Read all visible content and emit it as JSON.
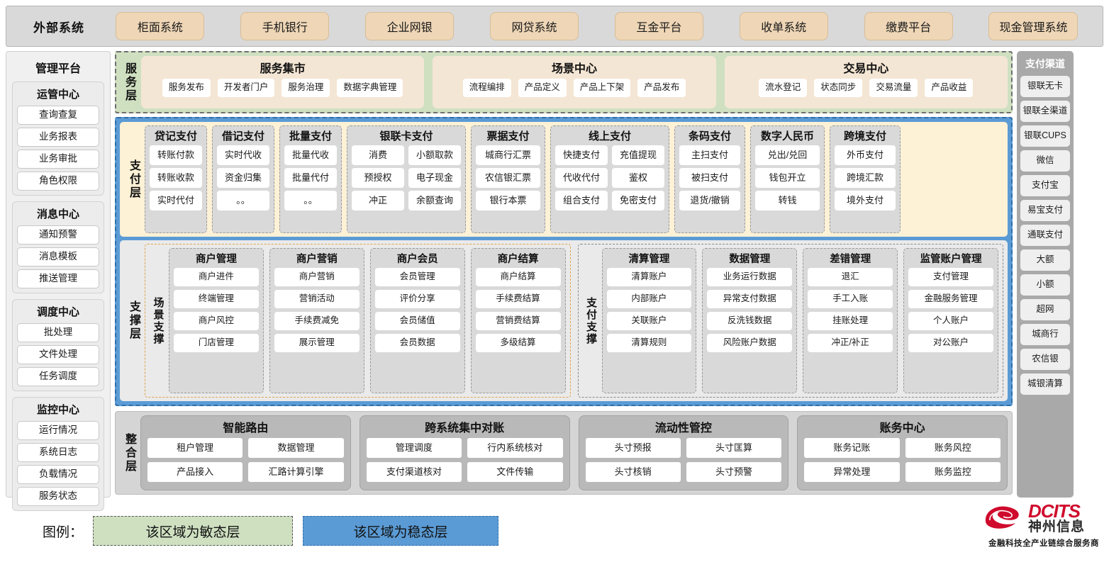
{
  "external": {
    "title": "外部系统",
    "items": [
      "柜面系统",
      "手机银行",
      "企业网银",
      "网贷系统",
      "互金平台",
      "收单系统",
      "缴费平台",
      "现金管理系统"
    ]
  },
  "management": {
    "title": "管理平台",
    "groups": [
      {
        "title": "运管中心",
        "items": [
          "查询查复",
          "业务报表",
          "业务审批",
          "角色权限"
        ]
      },
      {
        "title": "消息中心",
        "items": [
          "通知预警",
          "消息模板",
          "推送管理"
        ]
      },
      {
        "title": "调度中心",
        "items": [
          "批处理",
          "文件处理",
          "任务调度"
        ]
      },
      {
        "title": "监控中心",
        "items": [
          "运行情况",
          "系统日志",
          "负载情况",
          "服务状态"
        ]
      }
    ]
  },
  "channels": {
    "title": "支付渠道",
    "items": [
      "银联无卡",
      "银联全渠道",
      "银联CUPS",
      "微信",
      "支付宝",
      "易宝支付",
      "通联支付",
      "大额",
      "小额",
      "超网",
      "城商行",
      "农信银",
      "城银清算"
    ]
  },
  "service_layer": {
    "label": "服务层",
    "groups": [
      {
        "title": "服务集市",
        "items": [
          "服务发布",
          "开发者门户",
          "服务治理",
          "数据字典管理"
        ]
      },
      {
        "title": "场景中心",
        "items": [
          "流程编排",
          "产品定义",
          "产品上下架",
          "产品发布"
        ]
      },
      {
        "title": "交易中心",
        "items": [
          "流水登记",
          "状态同步",
          "交易流量",
          "产品收益"
        ]
      }
    ]
  },
  "payment_layer": {
    "label": "支付层",
    "columns": [
      {
        "title": "贷记支付",
        "cols": 1,
        "items": [
          "转账付款",
          "转账收款",
          "实时代付"
        ]
      },
      {
        "title": "借记支付",
        "cols": 1,
        "items": [
          "实时代收",
          "资金归集",
          "。。"
        ]
      },
      {
        "title": "批量支付",
        "cols": 1,
        "items": [
          "批量代收",
          "批量代付",
          "。。"
        ]
      },
      {
        "title": "银联卡支付",
        "cols": 2,
        "items": [
          "消费",
          "小额取款",
          "预授权",
          "电子现金",
          "冲正",
          "余额查询"
        ]
      },
      {
        "title": "票据支付",
        "cols": 1,
        "items": [
          "城商行汇票",
          "农信银汇票",
          "银行本票"
        ]
      },
      {
        "title": "线上支付",
        "cols": 2,
        "items": [
          "快捷支付",
          "充值提现",
          "代收代付",
          "鉴权",
          "组合支付",
          "免密支付"
        ]
      },
      {
        "title": "条码支付",
        "cols": 1,
        "items": [
          "主扫支付",
          "被扫支付",
          "退货/撤销"
        ]
      },
      {
        "title": "数字人民币",
        "cols": 1,
        "items": [
          "兑出/兑回",
          "钱包开立",
          "转钱"
        ]
      },
      {
        "title": "跨境支付",
        "cols": 1,
        "items": [
          "外币支付",
          "跨境汇款",
          "境外支付"
        ]
      }
    ]
  },
  "support_layer": {
    "label": "支撑层",
    "scene": {
      "label": "场景支撑",
      "columns": [
        {
          "title": "商户管理",
          "items": [
            "商户进件",
            "终端管理",
            "商户风控",
            "门店管理"
          ]
        },
        {
          "title": "商户营销",
          "items": [
            "商户营销",
            "营销活动",
            "手续费减免",
            "展示管理"
          ]
        },
        {
          "title": "商户会员",
          "items": [
            "会员管理",
            "评价分享",
            "会员储值",
            "会员数据"
          ]
        },
        {
          "title": "商户结算",
          "items": [
            "商户结算",
            "手续费结算",
            "营销费结算",
            "多级结算"
          ]
        }
      ]
    },
    "paysupport": {
      "label": "支付支撑",
      "columns": [
        {
          "title": "清算管理",
          "items": [
            "清算账户",
            "内部账户",
            "关联账户",
            "清算规则"
          ]
        },
        {
          "title": "数据管理",
          "items": [
            "业务运行数据",
            "异常支付数据",
            "反洗钱数据",
            "风险账户数据"
          ]
        },
        {
          "title": "差错管理",
          "items": [
            "退汇",
            "手工入账",
            "挂账处理",
            "冲正/补正"
          ]
        },
        {
          "title": "监管账户管理",
          "items": [
            "支付管理",
            "金融服务管理",
            "个人账户",
            "对公账户"
          ]
        }
      ]
    }
  },
  "integration_layer": {
    "label": "整合层",
    "groups": [
      {
        "title": "智能路由",
        "items": [
          "租户管理",
          "数据管理",
          "产品接入",
          "汇路计算引擎"
        ]
      },
      {
        "title": "跨系统集中对账",
        "items": [
          "管理调度",
          "行内系统核对",
          "支付渠道核对",
          "文件传输"
        ]
      },
      {
        "title": "流动性管控",
        "items": [
          "头寸预报",
          "头寸匡算",
          "头寸核销",
          "头寸预警"
        ]
      },
      {
        "title": "账务中心",
        "items": [
          "账务记账",
          "账务风控",
          "异常处理",
          "账务监控"
        ]
      }
    ]
  },
  "legend": {
    "label": "图例：",
    "agile": "该区域为敏态层",
    "stable": "该区域为稳态层",
    "agile_color": "#cfe0c1",
    "stable_color": "#5b9bd5"
  },
  "logo": {
    "en": "DCITS",
    "cn": "神州信息",
    "tagline": "金融科技全产业链综合服务商",
    "brand_color": "#cf0a2c"
  }
}
